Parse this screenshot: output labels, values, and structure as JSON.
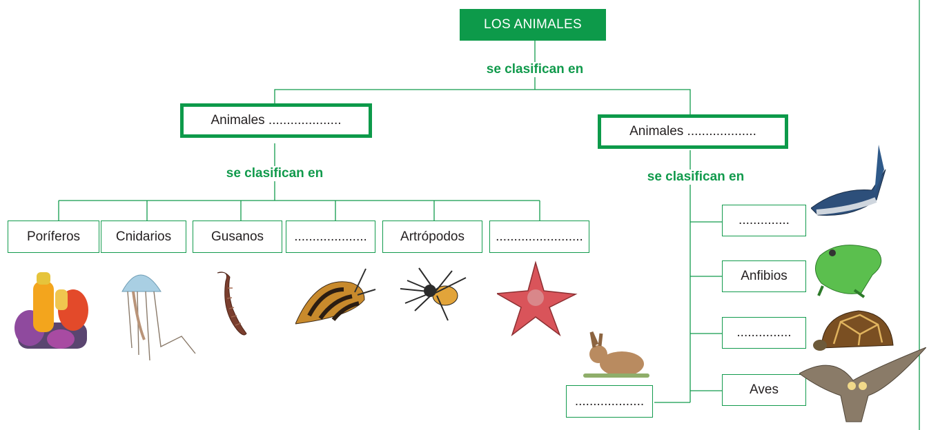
{
  "title": "LOS ANIMALES",
  "connector": "se clasifican en",
  "left": {
    "label": "Animales ....................",
    "groups": [
      "Poríferos",
      "Cnidarios",
      "Gusanos",
      "....................",
      "Artrópodos",
      "........................"
    ],
    "images": [
      "sponge",
      "jellyfish",
      "worm",
      "snail",
      "spider",
      "starfish"
    ]
  },
  "right": {
    "label": "Animales ...................",
    "groups": [
      "..............",
      "Anfibios",
      "...............",
      "Aves",
      "..................."
    ],
    "images": [
      "tuna-fish",
      "frog",
      "tortoise",
      "owl",
      "rabbit"
    ]
  },
  "colors": {
    "accent": "#0d9a4a",
    "line": "#119a4c"
  }
}
